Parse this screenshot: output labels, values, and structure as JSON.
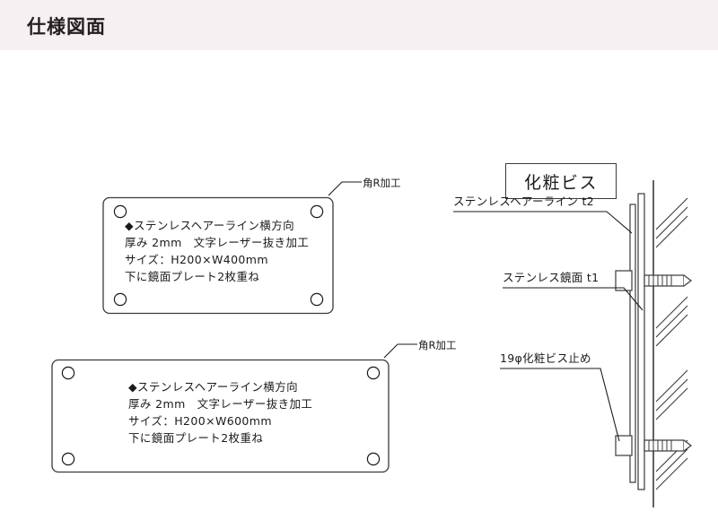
{
  "header": {
    "title": "仕様図面"
  },
  "plates": [
    {
      "id": "plate-h200-w400",
      "corner_note": "角R加工",
      "lines": [
        "◆ステンレスヘアーライン横方向",
        "厚み 2mm　文字レーザー抜き加工",
        "サイズ：H200×W400mm",
        "下に鏡面プレート2枚重ね"
      ]
    },
    {
      "id": "plate-h200-w600",
      "corner_note": "角R加工",
      "lines": [
        "◆ステンレスヘアーライン横方向",
        "厚み 2mm　文字レーザー抜き加工",
        "サイズ：H200×W600mm",
        "下に鏡面プレート2枚重ね"
      ]
    }
  ],
  "section": {
    "box_label": "化粧ビス",
    "callouts": [
      {
        "id": "callout-hairline",
        "text": "ステンレスヘアーライン t2"
      },
      {
        "id": "callout-mirror",
        "text": "ステンレス鏡面 t1"
      },
      {
        "id": "callout-screw",
        "text": "19φ化粧ビス止め"
      }
    ]
  },
  "colors": {
    "header_bg": "#f5f0f1",
    "ink": "#231f20",
    "line": "#3a3a3a",
    "page_bg": "#ffffff"
  }
}
